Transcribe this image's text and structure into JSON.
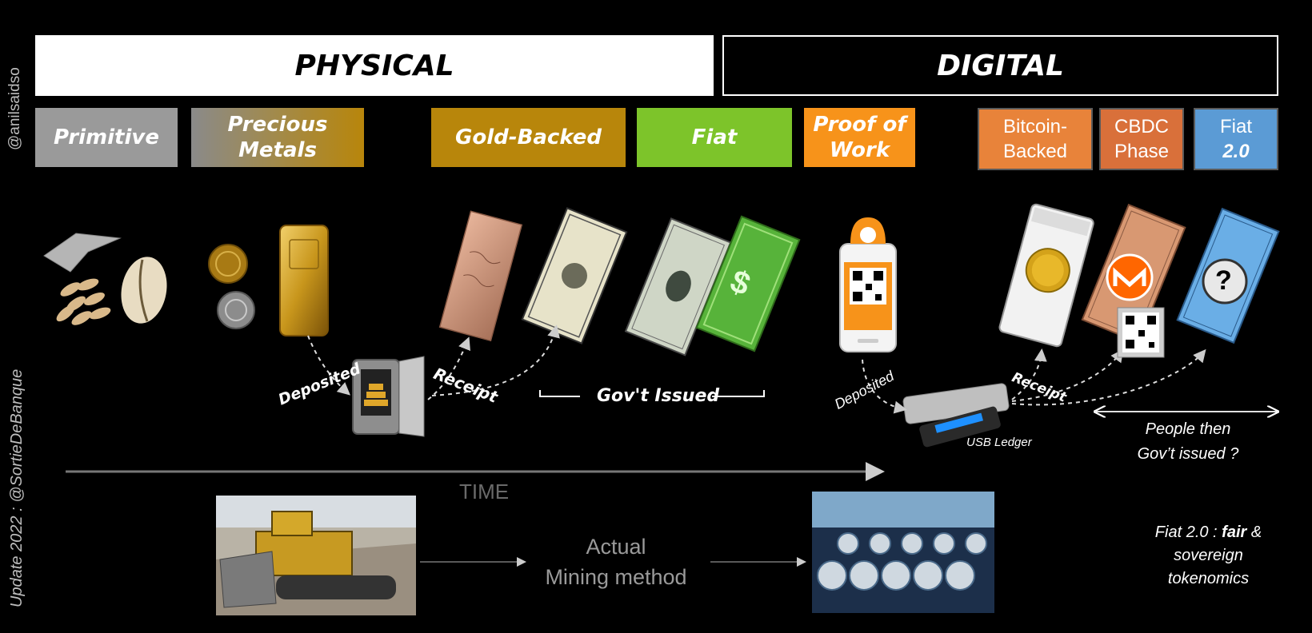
{
  "watermarks": {
    "handle_top": "@anilsaidso",
    "update_note": "Update 2022 : @SortieDeBanque"
  },
  "headers": {
    "physical": "PHYSICAL",
    "digital": "DIGITAL"
  },
  "phases": {
    "primitive": "Primitive",
    "precious_metals": "Precious Metals",
    "gold_backed": "Gold-Backed",
    "fiat": "Fiat",
    "proof_of_work_line1": "Proof of",
    "proof_of_work_line2": "Work",
    "bitcoin_backed_line1": "Bitcoin-",
    "bitcoin_backed_line2": "Backed",
    "cbdc_line1": "CBDC",
    "cbdc_line2": "Phase",
    "fiat2_line1": "Fiat",
    "fiat2_line2": "2.0"
  },
  "annotations": {
    "deposited_left": "Deposited",
    "receipt_left": "Receipt",
    "govt_issued": "Gov't Issued",
    "deposited_right": "Deposited",
    "receipt_right": "Receipt",
    "usb_ledger": "USB Ledger",
    "people_then_line1": "People then",
    "people_then_line2": "Gov’t issued ?",
    "time": "TIME",
    "mining_line1": "Actual",
    "mining_line2": "Mining method",
    "fiat2_note_prefix": "Fiat 2.0 : ",
    "fiat2_note_bold": "fair",
    "fiat2_note_suffix": " &",
    "fiat2_note_line2": "sovereign",
    "fiat2_note_line3": "tokenomics",
    "question_mark": "?",
    "bill_dollar": "$"
  },
  "colors": {
    "primitive": "#9a9a9a",
    "gold": "#b8860b",
    "fiat_green": "#7dc42a",
    "pow_orange": "#f7931a",
    "btc_backed": "#e8833a",
    "cbdc": "#d9703a",
    "fiat2_blue": "#5b9bd5"
  }
}
